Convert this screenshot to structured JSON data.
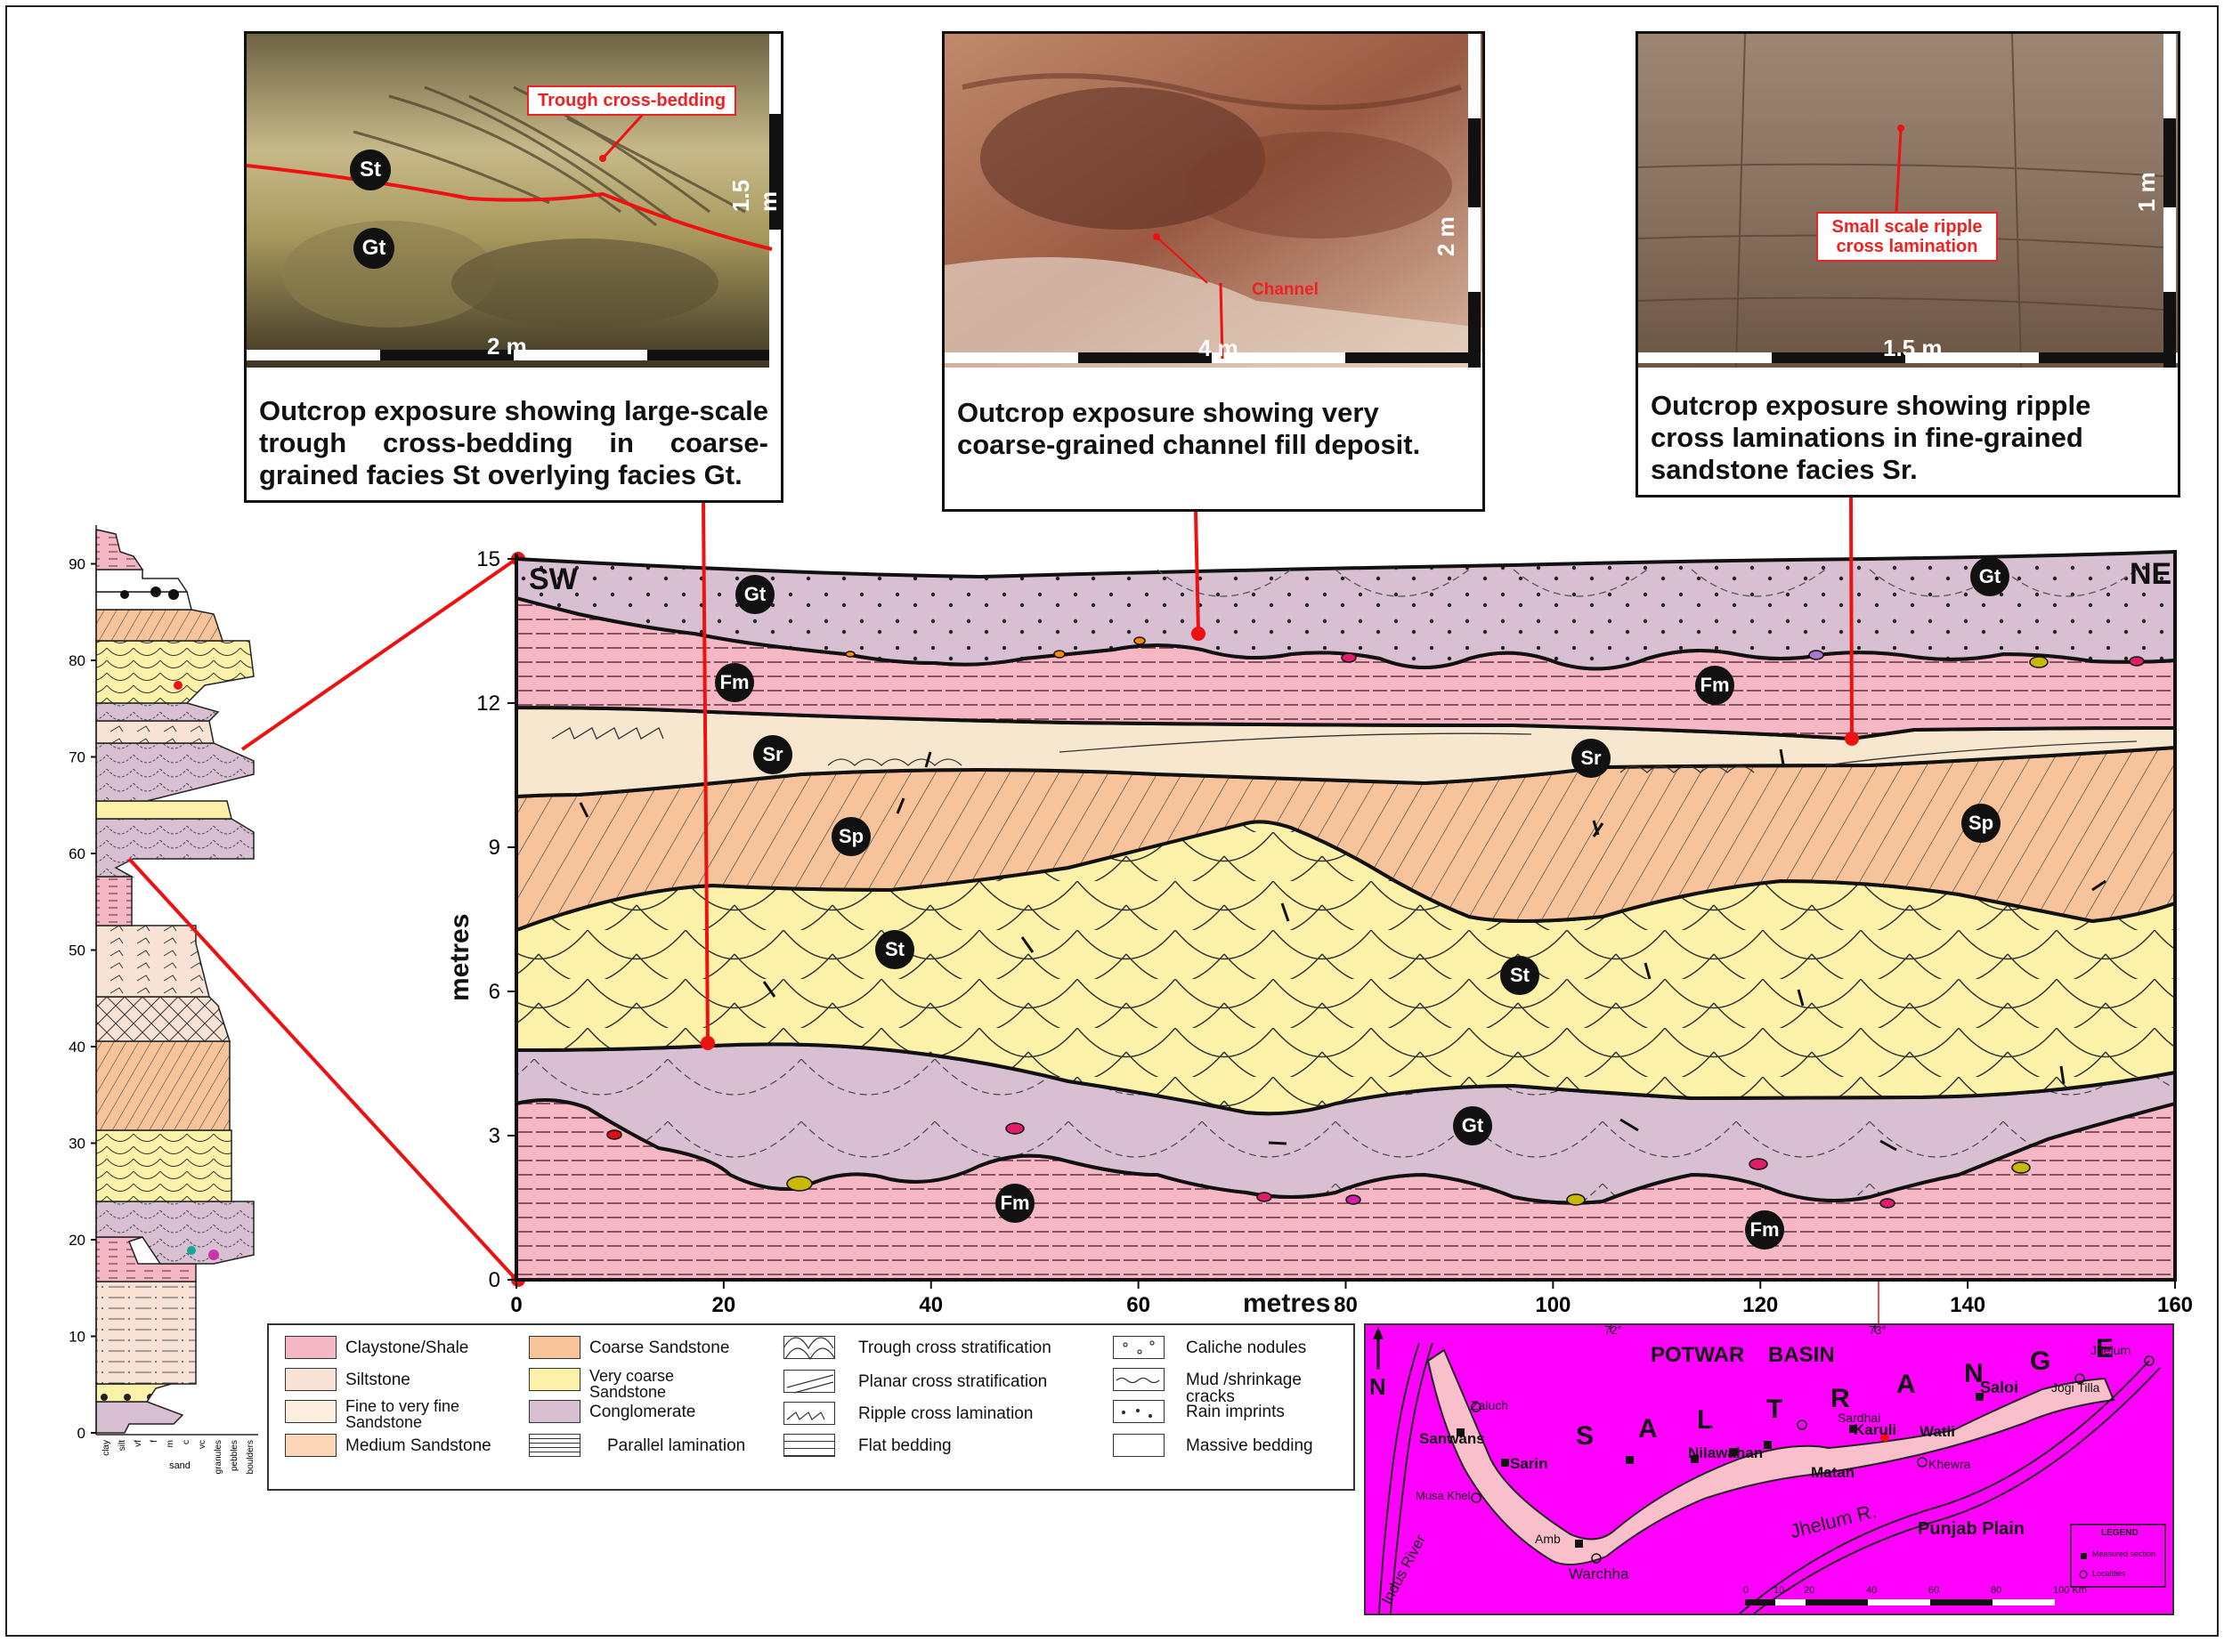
{
  "photos": [
    {
      "caption": "Outcrop exposure showing large-scale trough cross-bedding in coarse-grained facies St overlying facies Gt.",
      "annotation": "Trough cross-bedding",
      "scale_h": "2 m",
      "scale_v": "1.5 m",
      "facies": [
        "St",
        "Gt"
      ]
    },
    {
      "caption": "Outcrop exposure showing very coarse-grained channel fill deposit.",
      "annotation": "Channel",
      "scale_h": "4 m",
      "scale_v": "2 m"
    },
    {
      "caption": "Outcrop exposure showing ripple cross laminations in fine-grained sandstone facies Sr.",
      "annotation": "Small scale ripple cross lamination",
      "scale_h": "1.5 m",
      "scale_v": "1 m"
    }
  ],
  "section": {
    "sw_label": "SW",
    "ne_label": "NE",
    "ylabel": "metres",
    "xlabel": "metres",
    "y_ticks": [
      "0",
      "3",
      "6",
      "9",
      "12",
      "15"
    ],
    "x_ticks": [
      "0",
      "20",
      "40",
      "60",
      "80",
      "100",
      "120",
      "140",
      "160"
    ],
    "facies_labels": [
      "Gt",
      "Gt",
      "Fm",
      "Fm",
      "Sr",
      "Sr",
      "Sp",
      "Sp",
      "St",
      "St",
      "Gt",
      "Fm",
      "Fm"
    ]
  },
  "log": {
    "y_ticks": [
      "0",
      "10",
      "20",
      "30",
      "40",
      "50",
      "60",
      "70",
      "80",
      "90"
    ],
    "x_ticks": [
      "clay",
      "silt",
      "vf",
      "f",
      "m",
      "c",
      "vc",
      "granules",
      "pebbles",
      "boulders"
    ],
    "x_group": "sand"
  },
  "legend": {
    "items": [
      "Claystone/Shale",
      "Siltstone",
      "Fine to very fine Sandstone",
      "Medium Sandstone",
      "Coarse Sandstone",
      "Very coarse Sandstone",
      "Conglomerate",
      "Parallel lamination",
      "Trough cross stratification",
      "Planar cross stratification",
      "Ripple cross lamination",
      "Flat bedding",
      "Caliche nodules",
      "Mud /shrinkage cracks",
      "Rain imprints",
      "Massive bedding"
    ],
    "colors": {
      "claystone": "#f5b7c4",
      "siltstone": "#f7e2d5",
      "fine_sand": "#fbeedf",
      "medium_sand": "#fbd7b8",
      "coarse_sand": "#f7c39a",
      "vcoarse_sand": "#fbf1a8",
      "conglomerate": "#d8c0d2"
    }
  },
  "map": {
    "title1": "POTWAR",
    "title2": "BASIN",
    "range_letters": [
      "S",
      "A",
      "L",
      "T",
      "R",
      "A",
      "N",
      "G",
      "E"
    ],
    "north": "N",
    "lon1": "72°",
    "lon2": "73°",
    "localities": [
      "Zaluch",
      "Sanwans",
      "Sarin",
      "Musa Khel",
      "Amb",
      "Warchha",
      "Nilawahan",
      "Matan",
      "Sardhai",
      "Karuli",
      "Watli",
      "Khewra",
      "Saloi",
      "Jogi Tilla",
      "Jhelum"
    ],
    "rivers": [
      "Indus River",
      "Jhelum R."
    ],
    "plain": "Punjab Plain",
    "legend_title": "LEGEND",
    "legend_items": [
      "Measured section",
      "Localities"
    ],
    "scale": [
      "0",
      "10",
      "20",
      "40",
      "60",
      "80",
      "100 Km"
    ],
    "bg_color": "#ff00ff",
    "range_color": "#f9c0cb"
  }
}
